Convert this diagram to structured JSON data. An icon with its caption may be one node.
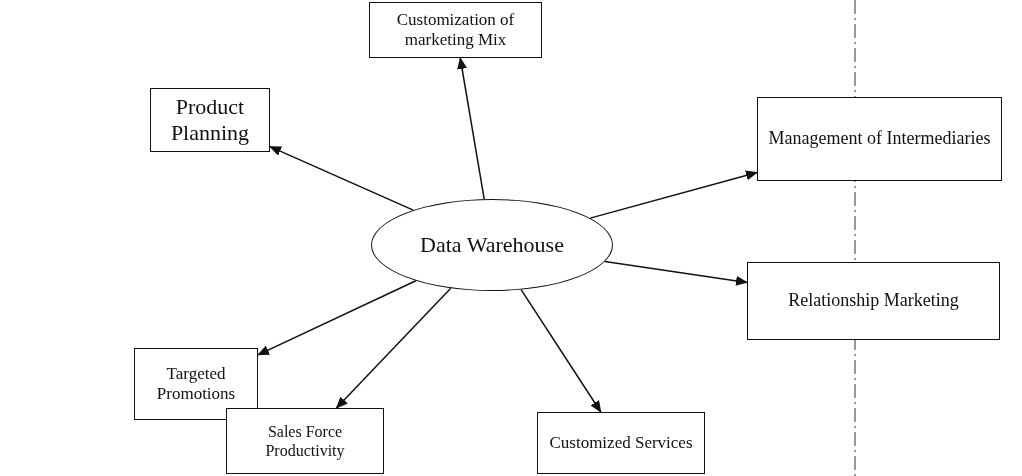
{
  "diagram": {
    "nodes": [
      {
        "text": [
          "Data Warehouse"
        ]
      },
      {
        "text": [
          "Customization of marketing Mix"
        ]
      },
      {
        "text": [
          "Product Planning"
        ]
      },
      {
        "text": [
          "Management of Intermediaries"
        ]
      },
      {
        "text": [
          "Relationship Marketing"
        ]
      },
      {
        "text": [
          "Targeted Promotions"
        ]
      },
      {
        "text": [
          "Sales Force Productivity"
        ]
      },
      {
        "text": [
          "Customized Services"
        ]
      }
    ],
    "edges": [
      {
        "from": 0,
        "to": 1,
        "arrow": "to"
      },
      {
        "from": 0,
        "to": 2,
        "arrow": "to"
      },
      {
        "from": 0,
        "to": 3,
        "arrow": "to"
      },
      {
        "from": 0,
        "to": 4,
        "arrow": "to"
      },
      {
        "from": 0,
        "to": 5,
        "arrow": "to"
      },
      {
        "from": 0,
        "to": 6,
        "arrow": "to"
      },
      {
        "from": 0,
        "to": 7,
        "arrow": "to"
      }
    ]
  }
}
